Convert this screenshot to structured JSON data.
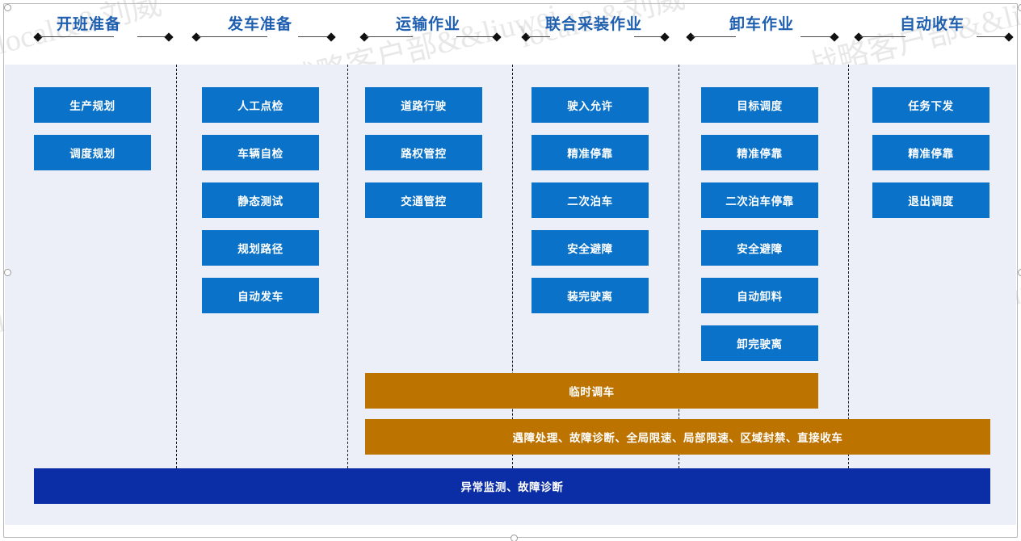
{
  "slide": {
    "background_color": "#ffffff",
    "panel_color": "#eceef8",
    "accent_blue": "#0a72c8",
    "title_blue": "#1f5fb0",
    "orange": "#bd7300",
    "navy": "#0b2da5"
  },
  "watermarks": [
    {
      "text": "local&&刘威"
    },
    {
      "text": "战略客户部&&liuwei"
    },
    {
      "text": "local&&刘威"
    },
    {
      "text": "战略客户部&&liuwei"
    },
    {
      "text": "liuwei.local&&刘威"
    },
    {
      "text": "战略客户部&&liuwei"
    },
    {
      "text": "local&&刘威"
    },
    {
      "text": "战略客户部&&liuwei"
    }
  ],
  "phases": [
    {
      "id": "phase-1",
      "title": "开班准备",
      "tasks": [
        {
          "label": "生产规划"
        },
        {
          "label": "调度规划"
        }
      ]
    },
    {
      "id": "phase-2",
      "title": "发车准备",
      "tasks": [
        {
          "label": "人工点检"
        },
        {
          "label": "车辆自检"
        },
        {
          "label": "静态测试"
        },
        {
          "label": "规划路径"
        },
        {
          "label": "自动发车"
        }
      ]
    },
    {
      "id": "phase-3",
      "title": "运输作业",
      "tasks": [
        {
          "label": "道路行驶"
        },
        {
          "label": "路权管控"
        },
        {
          "label": "交通管控"
        }
      ]
    },
    {
      "id": "phase-4",
      "title": "联合采装作业",
      "tasks": [
        {
          "label": "驶入允许"
        },
        {
          "label": "精准停靠"
        },
        {
          "label": "二次泊车"
        },
        {
          "label": "安全避障"
        },
        {
          "label": "装完驶离"
        }
      ]
    },
    {
      "id": "phase-5",
      "title": "卸车作业",
      "tasks": [
        {
          "label": "目标调度"
        },
        {
          "label": "精准停靠"
        },
        {
          "label": "二次泊车停靠"
        },
        {
          "label": "安全避障"
        },
        {
          "label": "自动卸料"
        },
        {
          "label": "卸完驶离"
        }
      ]
    },
    {
      "id": "phase-6",
      "title": "自动收车",
      "tasks": [
        {
          "label": "任务下发"
        },
        {
          "label": "精准停靠"
        },
        {
          "label": "退出调度"
        }
      ]
    }
  ],
  "bars": [
    {
      "id": "bar-temp-dispatch",
      "label": "临时调车",
      "color": "#bd7300",
      "font_size": "13.5px"
    },
    {
      "id": "bar-exception-handling",
      "label": "遇障处理、故障诊断、全局限速、局部限速、区域封禁、直接收车",
      "color": "#bd7300",
      "font_size": "13.5px"
    },
    {
      "id": "bar-monitoring",
      "label": "异常监测、故障诊断",
      "color": "#0b2da5",
      "font_size": "13.5px"
    }
  ]
}
